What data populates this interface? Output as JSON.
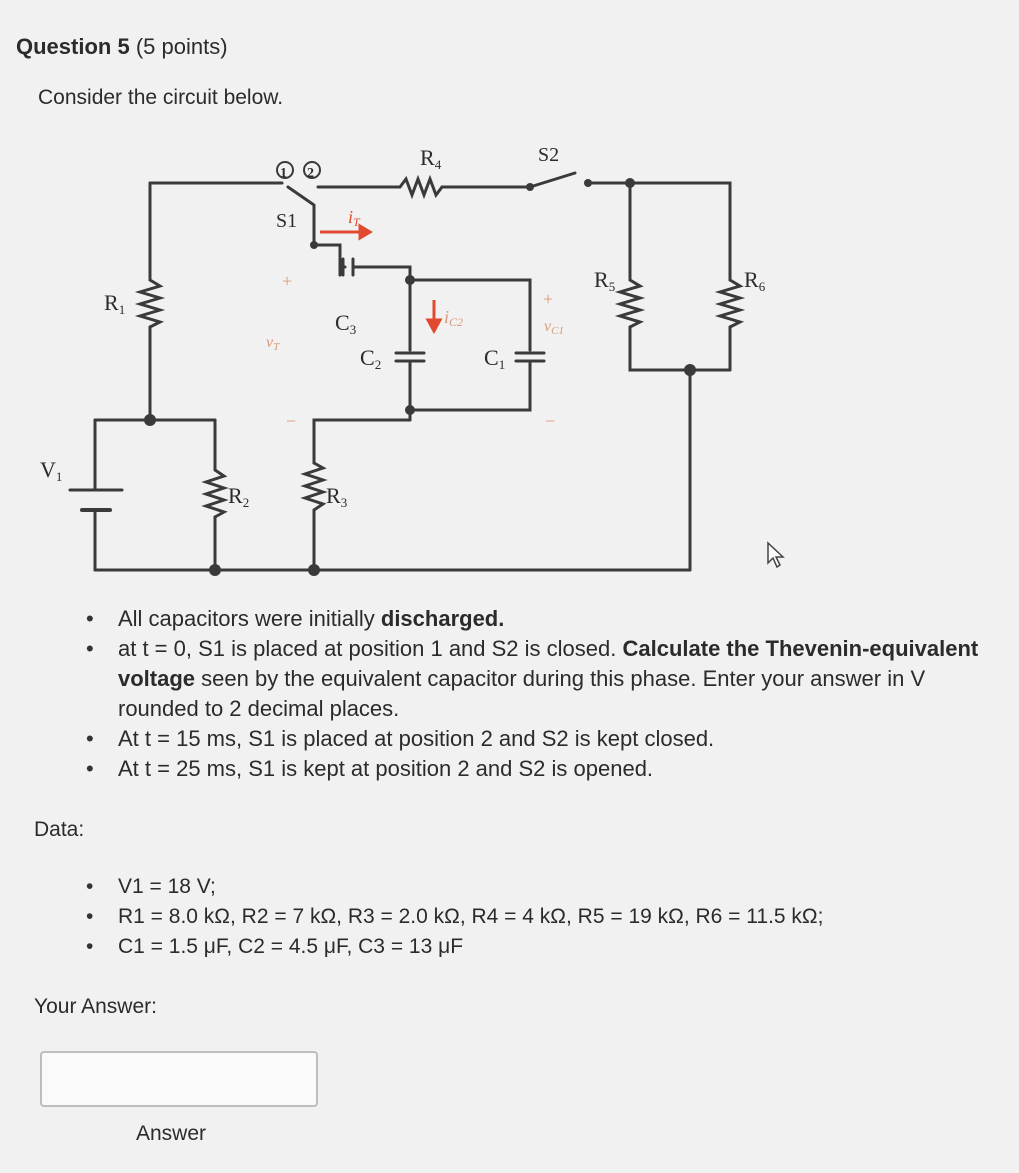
{
  "question": {
    "title": "Question 5",
    "points": "(5 points)",
    "intro": "Consider the circuit below."
  },
  "circuit": {
    "labels": {
      "R1": "R",
      "R1_sub": "1",
      "R2": "R",
      "R2_sub": "2",
      "R3": "R",
      "R3_sub": "3",
      "R4": "R",
      "R4_sub": "4",
      "R5": "R",
      "R5_sub": "5",
      "R6": "R",
      "R6_sub": "6",
      "C1": "C",
      "C1_sub": "1",
      "C2": "C",
      "C2_sub": "2",
      "C3": "C",
      "C3_sub": "3",
      "V1": "V",
      "V1_sub": "1",
      "S1": "S1",
      "S2": "S2",
      "pos1": "1",
      "pos2": "2",
      "iT": "i",
      "iT_sub": "T",
      "iC2": "i",
      "iC2_sub": "C2",
      "vT": "v",
      "vT_sub": "T",
      "vC1": "v",
      "vC1_sub": "C1",
      "plus": "+",
      "minus": "−"
    }
  },
  "steps": [
    {
      "text": "All capacitors were initially ",
      "bold": "discharged.",
      "tail": ""
    },
    {
      "text": "at t = 0, S1 is placed at position 1 and S2 is closed. ",
      "bold": "Calculate the Thevenin-equivalent voltage",
      "tail": " seen by the equivalent capacitor during this phase. Enter your answer in V rounded to 2 decimal places."
    },
    {
      "text": "At t = 15 ms, S1 is placed at position 2 and S2 is kept closed.",
      "bold": "",
      "tail": ""
    },
    {
      "text": "At t = 25 ms, S1 is kept at position 2 and S2 is opened.",
      "bold": "",
      "tail": ""
    }
  ],
  "data_section": {
    "label": "Data:",
    "items": [
      "V1 = 18 V;",
      "R1 = 8.0 kΩ, R2 = 7 kΩ, R3 = 2.0 kΩ, R4 = 4 kΩ, R5 = 19 kΩ, R6 = 11.5 kΩ;",
      "C1 = 1.5 μF, C2 = 4.5 μF, C3 = 13 μF"
    ]
  },
  "answer": {
    "label": "Your Answer:",
    "value": "",
    "button": "Answer"
  },
  "colors": {
    "text": "#2b2b2b",
    "wire": "#3a3a3a",
    "arrow": "#e04a2e",
    "signs": "#d99a7a"
  }
}
